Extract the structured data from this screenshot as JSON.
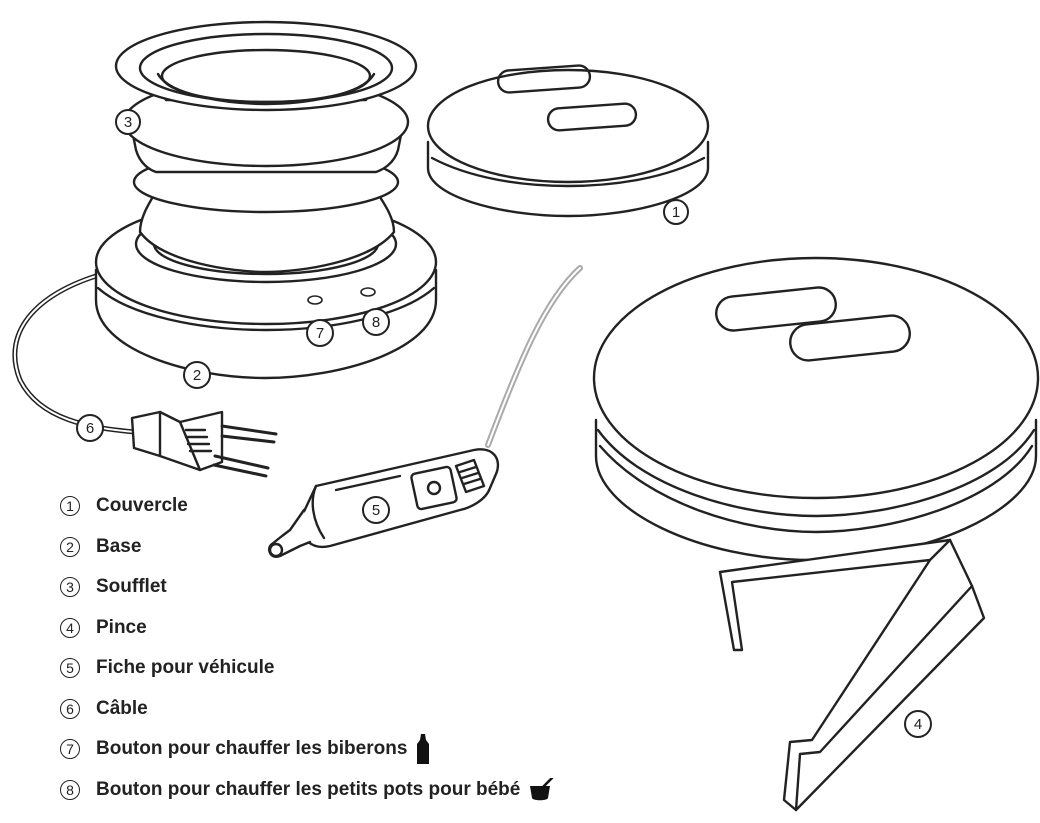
{
  "callouts": [
    {
      "num": "1",
      "label": "Couvercle"
    },
    {
      "num": "2",
      "label": "Base"
    },
    {
      "num": "3",
      "label": "Soufflet"
    },
    {
      "num": "4",
      "label": "Pince"
    },
    {
      "num": "5",
      "label": "Fiche pour véhicule"
    },
    {
      "num": "6",
      "label": "Câble"
    },
    {
      "num": "7",
      "label": "Bouton pour chauffer les biberons",
      "icon": "baby-bottle-icon"
    },
    {
      "num": "8",
      "label": "Bouton pour chauffer les petits pots pour bébé",
      "icon": "baby-food-jar-icon"
    }
  ],
  "colors": {
    "line": "#222222",
    "fill": "#ffffff",
    "shade": "#e8e8e8"
  }
}
